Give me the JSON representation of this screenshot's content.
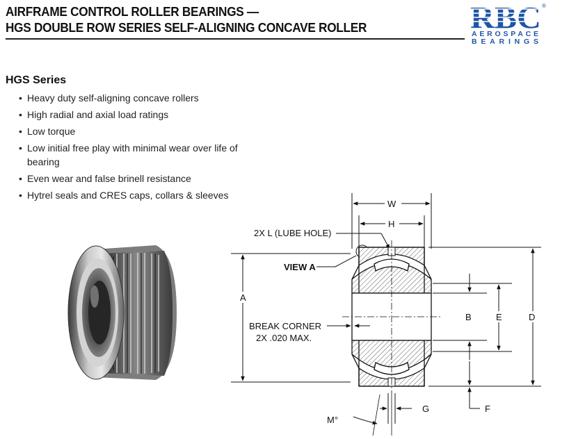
{
  "header": {
    "title_line1": "AIRFRAME CONTROL ROLLER BEARINGS —",
    "title_line2": "HGS DOUBLE ROW SERIES SELF-ALIGNING CONCAVE ROLLER"
  },
  "logo": {
    "text": "RBC",
    "reg": "®",
    "line1": "AEROSPACE",
    "line2": "BEARINGS",
    "color": "#1f56a6"
  },
  "series": {
    "title": "HGS Series",
    "bullet": "•",
    "features": [
      "Heavy duty self-aligning concave rollers",
      "High radial and axial load ratings",
      "Low torque",
      "Low initial free play with minimal wear over life of bearing",
      "Even wear and false brinell resistance",
      "Hytrel seals and CRES caps, collars & sleeves"
    ]
  },
  "photo": {
    "icon": "bearing-photo"
  },
  "drawing": {
    "labels": {
      "w": "W",
      "h": "H",
      "lube_hole": "2X L (LUBE HOLE)",
      "view_a": "VIEW A",
      "a": "A",
      "break_corner_1": "BREAK CORNER",
      "break_corner_2": "2X .020 MAX.",
      "b": "B",
      "e": "E",
      "d": "D",
      "f": "F",
      "g": "G",
      "m": "M°"
    }
  }
}
